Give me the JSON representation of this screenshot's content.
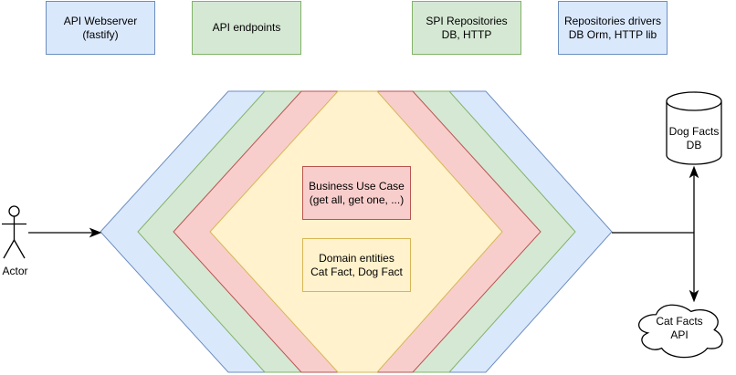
{
  "palette": {
    "blue": {
      "fill": "#dae8fc",
      "stroke": "#6c8ebf"
    },
    "green": {
      "fill": "#d5e8d4",
      "stroke": "#82b366"
    },
    "red": {
      "fill": "#f8cecc",
      "stroke": "#b85450"
    },
    "yellow": {
      "fill": "#fff2cc",
      "stroke": "#d6b656"
    },
    "node": {
      "fill": "#ffffff",
      "stroke": "#000000"
    },
    "line": {
      "stroke": "#000000"
    },
    "background": "#ffffff"
  },
  "top_labels": [
    {
      "text": "API Webserver\n(fastify)"
    },
    {
      "text": "API endpoints"
    },
    {
      "text": "SPI Repositories\nDB, HTTP"
    },
    {
      "text": "Repositories drivers\nDB Orm, HTTP lib"
    }
  ],
  "hexagon": {
    "inner_boxes": [
      {
        "text": "Business Use Case\n(get all, get one, ...)"
      },
      {
        "text": "Domain entities\nCat Fact, Dog Fact"
      }
    ]
  },
  "actor": {
    "label": "Actor"
  },
  "database": {
    "label": "Dog Facts\nDB"
  },
  "cloud": {
    "label": "Cat Facts\nAPI"
  }
}
